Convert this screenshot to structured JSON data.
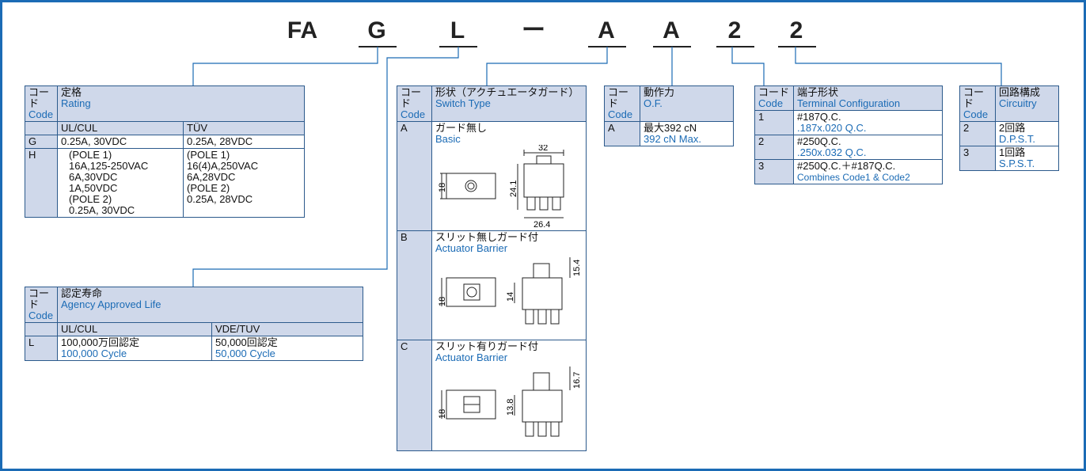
{
  "part_number": {
    "prefix": "FA",
    "codes": [
      "G",
      "L",
      "ー",
      "A",
      "A",
      "2",
      "2"
    ]
  },
  "common": {
    "code_jp": "コード",
    "code_en": "Code"
  },
  "rating": {
    "title_jp": "定格",
    "title_en": "Rating",
    "col1": "UL/CUL",
    "col2": "TÜV",
    "rows": [
      {
        "code": "G",
        "ul": [
          "0.25A, 30VDC"
        ],
        "tuv": [
          "0.25A, 28VDC"
        ]
      },
      {
        "code": "H",
        "ul": [
          "(POLE 1)",
          "16A,125-250VAC",
          "6A,30VDC",
          "1A,50VDC",
          "(POLE 2)",
          "0.25A, 30VDC"
        ],
        "tuv": [
          "(POLE 1)",
          "16(4)A,250VAC",
          "6A,28VDC",
          "(POLE 2)",
          "0.25A, 28VDC"
        ]
      }
    ]
  },
  "life": {
    "title_jp": "認定寿命",
    "title_en": "Agency Approved Life",
    "col1": "UL/CUL",
    "col2": "VDE/TUV",
    "rows": [
      {
        "code": "L",
        "ul_jp": "100,000万回認定",
        "ul_en": "100,000 Cycle",
        "vde_jp": "50,000回認定",
        "vde_en": "50,000 Cycle"
      }
    ]
  },
  "switch_type": {
    "title_jp": "形状（アクチュエータガード）",
    "title_en": "Switch Type",
    "rows": [
      {
        "code": "A",
        "jp": "ガード無し",
        "en": "Basic",
        "dims": [
          "32",
          "18",
          "24.1",
          "26.4"
        ]
      },
      {
        "code": "B",
        "jp": "スリット無しガード付",
        "en": "Actuator Barrier",
        "dims": [
          "15.4",
          "18",
          "14"
        ]
      },
      {
        "code": "C",
        "jp": "スリット有りガード付",
        "en": "Actuator Barrier",
        "dims": [
          "16.7",
          "18",
          "13.8"
        ]
      }
    ]
  },
  "of": {
    "title_jp": "動作力",
    "title_en": "O.F.",
    "rows": [
      {
        "code": "A",
        "jp": "最大392 cN",
        "en": "392 cN Max."
      }
    ]
  },
  "terminal": {
    "title_jp": "端子形状",
    "title_en": "Terminal Configuration",
    "rows": [
      {
        "code": "1",
        "jp": "#187Q.C.",
        "en": ".187x.020 Q.C."
      },
      {
        "code": "2",
        "jp": "#250Q.C.",
        "en": ".250x.032 Q.C."
      },
      {
        "code": "3",
        "jp": "#250Q.C.＋#187Q.C.",
        "en": "Combines Code1 & Code2"
      }
    ]
  },
  "circuitry": {
    "title_jp": "回路構成",
    "title_en": "Circuitry",
    "rows": [
      {
        "code": "2",
        "jp": "2回路",
        "en": "D.P.S.T."
      },
      {
        "code": "3",
        "jp": "1回路",
        "en": "S.P.S.T."
      }
    ]
  },
  "colors": {
    "frame": "#1b6bb5",
    "header_bg": "#cfd8ea",
    "english_text": "#1b6bb5",
    "border": "#2c5a8c"
  }
}
